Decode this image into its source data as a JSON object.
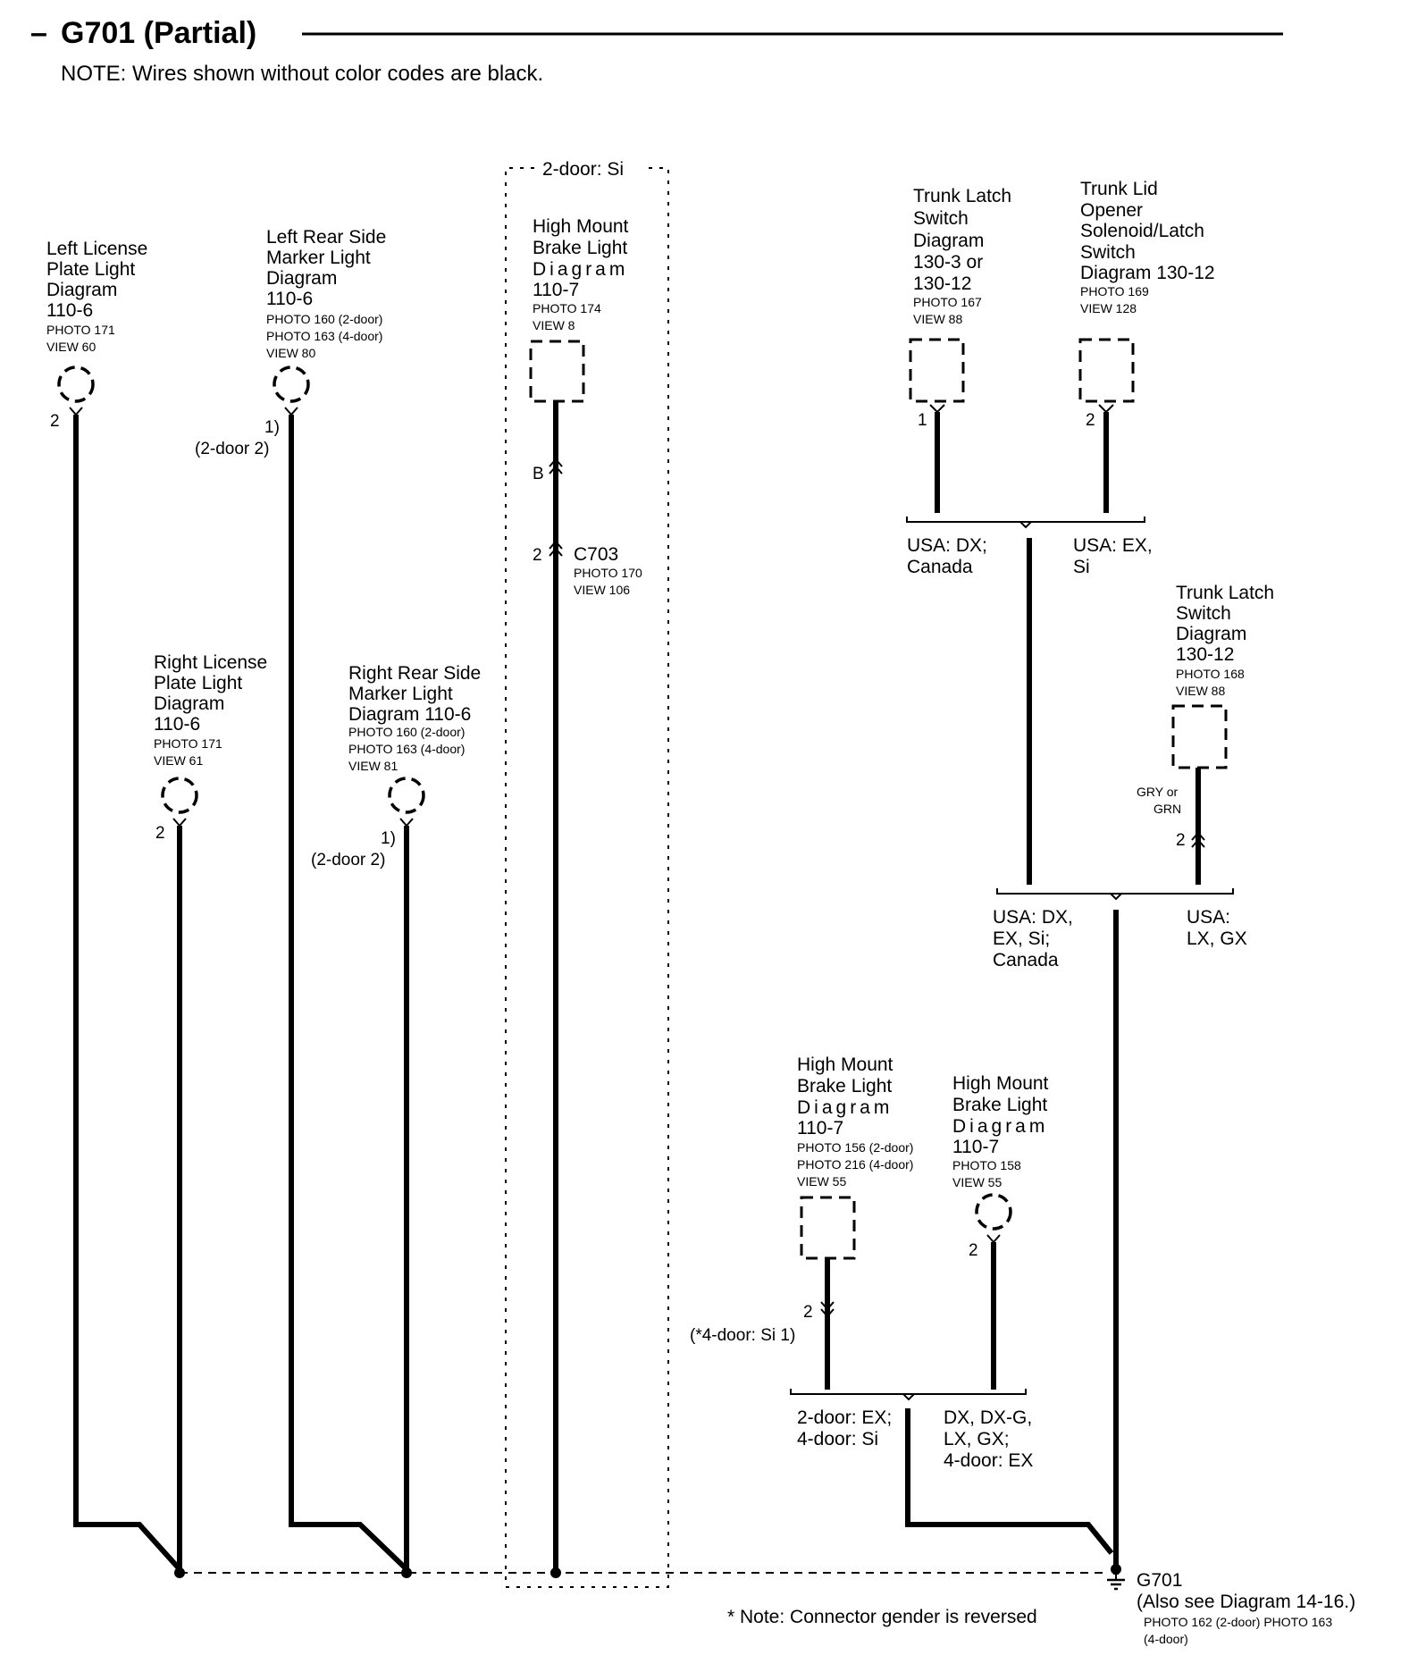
{
  "header": {
    "title_dash": "–",
    "title": "G701 (Partial)",
    "note": "NOTE: Wires shown without color codes are black."
  },
  "region": {
    "label": "2-door: Si"
  },
  "components": {
    "left_license": {
      "lines": [
        "Left License",
        "Plate Light",
        "Diagram",
        "110-6"
      ],
      "photo": "PHOTO 171",
      "view": "VIEW 60",
      "pin": "2"
    },
    "left_rear_marker": {
      "lines": [
        "Left Rear Side",
        "Marker Light",
        "Diagram",
        "110-6"
      ],
      "photo1": "PHOTO  160  (2-door)",
      "photo2": "PHOTO  163  (4-door)",
      "view": "VIEW 80",
      "pin": "1)",
      "pin2": "(2-door 2)"
    },
    "hmbl_top": {
      "lines": [
        "High Mount",
        "Brake Light",
        "Diagram",
        "110-7"
      ],
      "photo": "PHOTO 174",
      "view": "VIEW 8",
      "pin_b": "B",
      "pin_2": "2",
      "connector": "C703",
      "conn_photo": "PHOTO 170",
      "conn_view": "VIEW 106"
    },
    "right_license": {
      "lines": [
        "Right License",
        "Plate Light",
        "Diagram",
        "110-6"
      ],
      "photo": "PHOTO 171",
      "view": "VIEW 61",
      "pin": "2"
    },
    "right_rear_marker": {
      "lines": [
        "Right Rear Side",
        "Marker Light",
        "Diagram 110-6"
      ],
      "photo1": "PHOTO 160 (2-door)",
      "photo2": "PHOTO 163 (4-door)",
      "view": "VIEW 81",
      "pin": "1)",
      "pin2": "(2-door 2)"
    },
    "trunk_latch_1": {
      "lines": [
        "Trunk Latch",
        "Switch",
        "Diagram",
        "130-3 or",
        "130-12"
      ],
      "photo": "PHOTO 167",
      "view": "VIEW 88",
      "pin": "1"
    },
    "trunk_lid": {
      "lines": [
        "Trunk Lid",
        "Opener",
        "Solenoid/Latch",
        "Switch",
        "Diagram 130-12"
      ],
      "photo": "PHOTO 169",
      "view": "VIEW 128",
      "pin": "2"
    },
    "trunk_latch_2": {
      "lines": [
        "Trunk Latch",
        "Switch",
        "Diagram",
        "130-12"
      ],
      "photo": "PHOTO 168",
      "view": "VIEW 88",
      "wire1": "GRY or",
      "wire2": "GRN",
      "pin": "2"
    },
    "hmbl_box": {
      "lines": [
        "High Mount",
        "Brake Light",
        "Diagram",
        "110-7"
      ],
      "photo1": "PHOTO 156 (2-door)",
      "photo2": "PHOTO 216 (4-door)",
      "view": "VIEW 55",
      "pin": "2",
      "pin_note": "(*4-door: Si 1)"
    },
    "hmbl_ring": {
      "lines": [
        "High Mount",
        "Brake Light",
        "Diagram",
        "110-7"
      ],
      "photo": "PHOTO 158",
      "view": "VIEW 55",
      "pin": "2"
    }
  },
  "options": {
    "a_left": [
      "USA: DX;",
      "Canada"
    ],
    "a_right": [
      "USA: EX,",
      "Si"
    ],
    "b_left": [
      "USA: DX,",
      "EX, Si;",
      "Canada"
    ],
    "b_right": [
      "USA:",
      "LX, GX"
    ],
    "c_left": [
      "2-door: EX;",
      "4-door: Si"
    ],
    "c_right": [
      "DX, DX-G,",
      "LX, GX;",
      "4-door: EX"
    ]
  },
  "ground": {
    "name": "G701",
    "note": "(Also see Diagram 14-16.)",
    "photo": "PHOTO 162 (2-door) PHOTO 163",
    "photo2": "(4-door)"
  },
  "footnote": "* Note: Connector gender is reversed"
}
